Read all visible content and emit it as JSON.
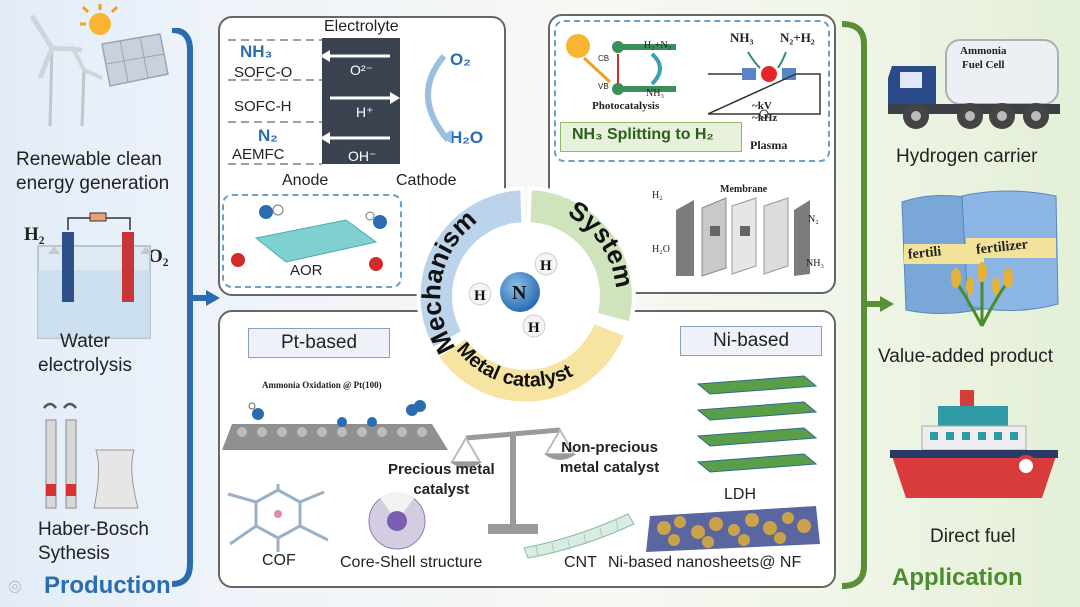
{
  "left": {
    "section_label": "Production",
    "renewable": "Renewable clean\nenergy generation",
    "h2": "H₂",
    "o2": "O₂",
    "water": "Water\nelectrolysis",
    "haber": "Haber-Bosch\nSythesis"
  },
  "fuelcell": {
    "electrolyte": "Electrolyte",
    "nh3": "NH₃",
    "sofc_o": "SOFC-O",
    "sofc_h": "SOFC-H",
    "n2": "N₂",
    "aemfc": "AEMFC",
    "ion_o": "O²⁻",
    "ion_h": "H⁺",
    "ion_oh": "OH⁻",
    "o2": "O₂",
    "h2o": "H₂O",
    "anode": "Anode",
    "cathode": "Cathode",
    "aor": "AOR"
  },
  "center": {
    "mechanism": "Mechanism",
    "system": "System",
    "metal_catalyst": "Metal catalyst",
    "atom_n": "N",
    "atom_h": "H"
  },
  "system": {
    "cb": "CB",
    "vb": "VB",
    "h_n2": "H₂+N₂",
    "nh3_small": "NH₃",
    "photocatalysis": "Photocatalysis",
    "nh3": "NH₃",
    "n2h2": "N₂+H₂",
    "kv": "~kV",
    "khz": "~kHz",
    "plasma": "Plasma",
    "splitting": "NH₃ Splitting to H₂",
    "membrane": "Membrane",
    "h2": "H₂",
    "n2": "N₂",
    "h2o": "H₂O",
    "nh3_in": "NH₃"
  },
  "catalyst": {
    "pt_based": "Pt-based",
    "ni_based": "Ni-based",
    "pt_title": "Ammonia Oxidation @ Pt(100)",
    "precious": "Precious metal\ncatalyst",
    "nonprecious": "Non-precious\nmetal catalyst",
    "cof": "COF",
    "core_shell": "Core-Shell structure",
    "cnt": "CNT",
    "ni_sheets": "Ni-based nanosheets@ NF",
    "ldh": "LDH"
  },
  "right": {
    "truck_label": "Ammonia\nFuel Cell",
    "hydrogen_carrier": "Hydrogen carrier",
    "fertilizer_1": "fertili",
    "fertilizer_2": "fertilizer",
    "value_added": "Value-added product",
    "direct_fuel": "Direct fuel",
    "section_label": "Application"
  },
  "colors": {
    "blue_accent": "#2a6cb0",
    "green_accent": "#4e8a2e",
    "mechanism_seg": "#bcd3ec",
    "system_seg": "#cfe3bd",
    "metal_seg": "#f7e4a2"
  }
}
